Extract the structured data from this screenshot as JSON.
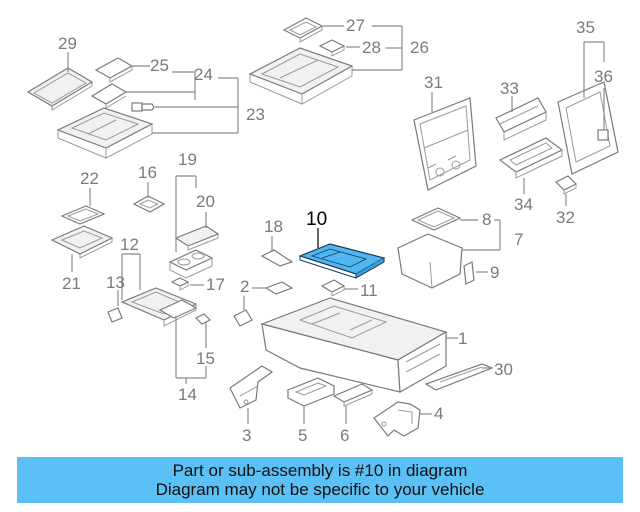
{
  "diagram": {
    "highlighted_part": "10",
    "highlight_color": "#4fb6ef",
    "callouts": [
      "1",
      "2",
      "3",
      "4",
      "5",
      "6",
      "7",
      "8",
      "9",
      "10",
      "11",
      "12",
      "13",
      "14",
      "15",
      "16",
      "17",
      "18",
      "19",
      "20",
      "21",
      "22",
      "23",
      "24",
      "25",
      "26",
      "27",
      "28",
      "29",
      "30",
      "31",
      "32",
      "33",
      "34",
      "35",
      "36"
    ]
  },
  "banner": {
    "line1": "Part or sub-assembly is #10 in diagram",
    "line2": "Diagram may not be specific to your vehicle",
    "background": "#5bc0f5"
  }
}
